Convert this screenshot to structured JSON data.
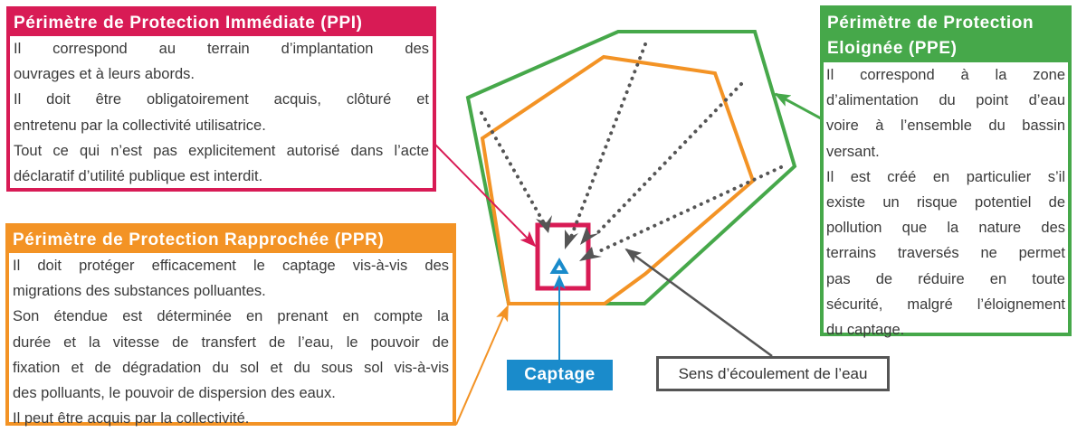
{
  "colors": {
    "ppi": "#d81b55",
    "ppr": "#f39325",
    "ppe": "#46a84a",
    "captage": "#1a8bcb",
    "flow": "#555555"
  },
  "ppi": {
    "title": "Périmètre de Protection Immédiate (PPI)",
    "lines": [
      "Il correspond au terrain d’implantation des",
      "ouvrages et à leurs abords.",
      "Il doit être obligatoirement acquis, clôturé et",
      "entretenu par la collectivité utilisatrice.",
      "Tout ce qui n’est pas explicitement autorisé dans l’acte",
      "déclaratif d’utilité publique est interdit."
    ]
  },
  "ppr": {
    "title": "Périmètre de Protection Rapprochée (PPR)",
    "lines": [
      "Il doit protéger efficacement le captage vis-à-vis des",
      "migrations des substances polluantes.",
      "Son étendue est déterminée en prenant en compte la",
      "durée et la vitesse de transfert de l’eau, le pouvoir de",
      "fixation et de dégradation du sol et du sous sol vis-à-vis",
      "des polluants, le pouvoir de dispersion des eaux.",
      "Il peut être acquis par la collectivité."
    ]
  },
  "ppe": {
    "title_line1": "Périmètre de Protection",
    "title_line2": "Eloignée (PPE)",
    "lines": [
      "Il correspond à la zone",
      "d’alimentation du point d’eau",
      "voire à l’ensemble du bassin",
      "versant.",
      "Il est créé en particulier s’il",
      "existe un risque potentiel de",
      "pollution que la nature des",
      "terrains traversés ne permet",
      "pas de réduire en toute",
      "sécurité, malgré l’éloignement",
      "du captage."
    ]
  },
  "captage_label": "Captage",
  "flow_label": "Sens d’écoulement de l’eau"
}
